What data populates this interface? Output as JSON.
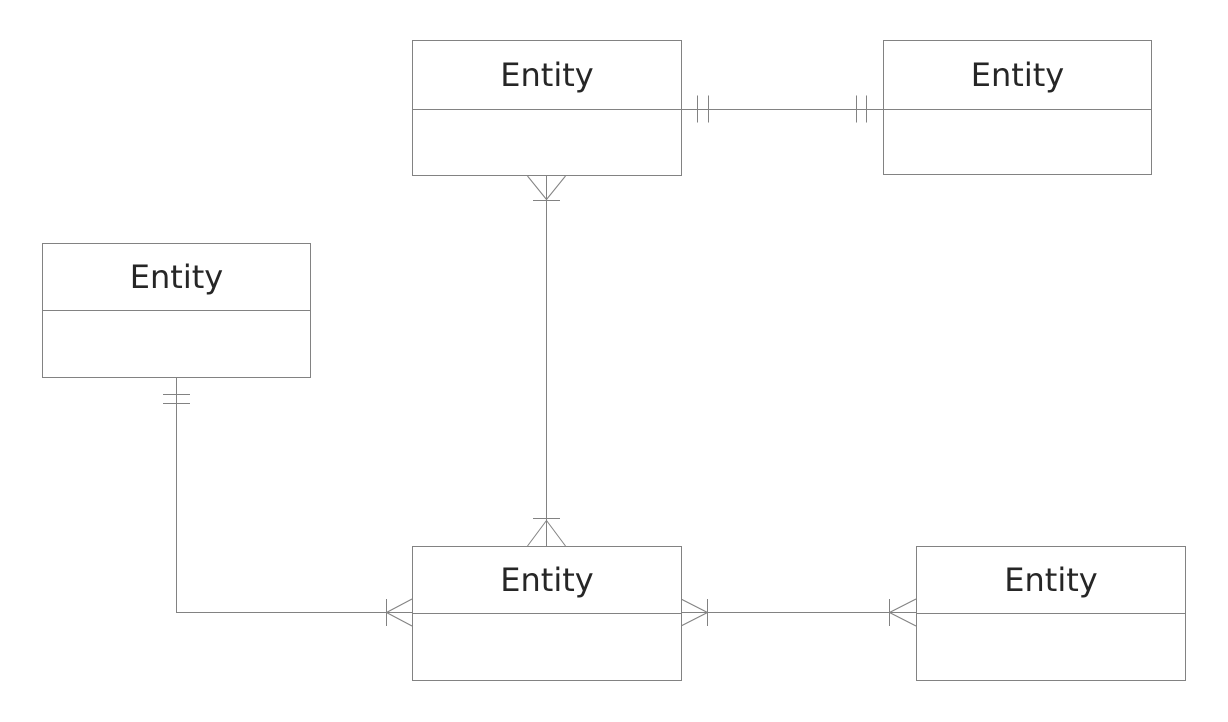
{
  "diagram": {
    "type": "entity-relationship-diagram",
    "notation": "crow's-foot",
    "background_color": "#ffffff",
    "line_color": "#828282",
    "text_color": "#262626",
    "entities": [
      {
        "id": "top-center",
        "label": "Entity"
      },
      {
        "id": "top-right",
        "label": "Entity"
      },
      {
        "id": "left",
        "label": "Entity"
      },
      {
        "id": "bottom-center",
        "label": "Entity"
      },
      {
        "id": "bottom-right",
        "label": "Entity"
      }
    ],
    "relationships": [
      {
        "from": "top-center",
        "to": "top-right",
        "from_cardinality": "one and only one",
        "to_cardinality": "one and only one"
      },
      {
        "from": "top-center",
        "to": "bottom-center",
        "from_cardinality": "one or many",
        "to_cardinality": "one or many"
      },
      {
        "from": "left",
        "to": "bottom-center",
        "from_cardinality": "one and only one",
        "to_cardinality": "one or many"
      },
      {
        "from": "bottom-center",
        "to": "bottom-right",
        "from_cardinality": "one or many",
        "to_cardinality": "one or many"
      }
    ]
  }
}
